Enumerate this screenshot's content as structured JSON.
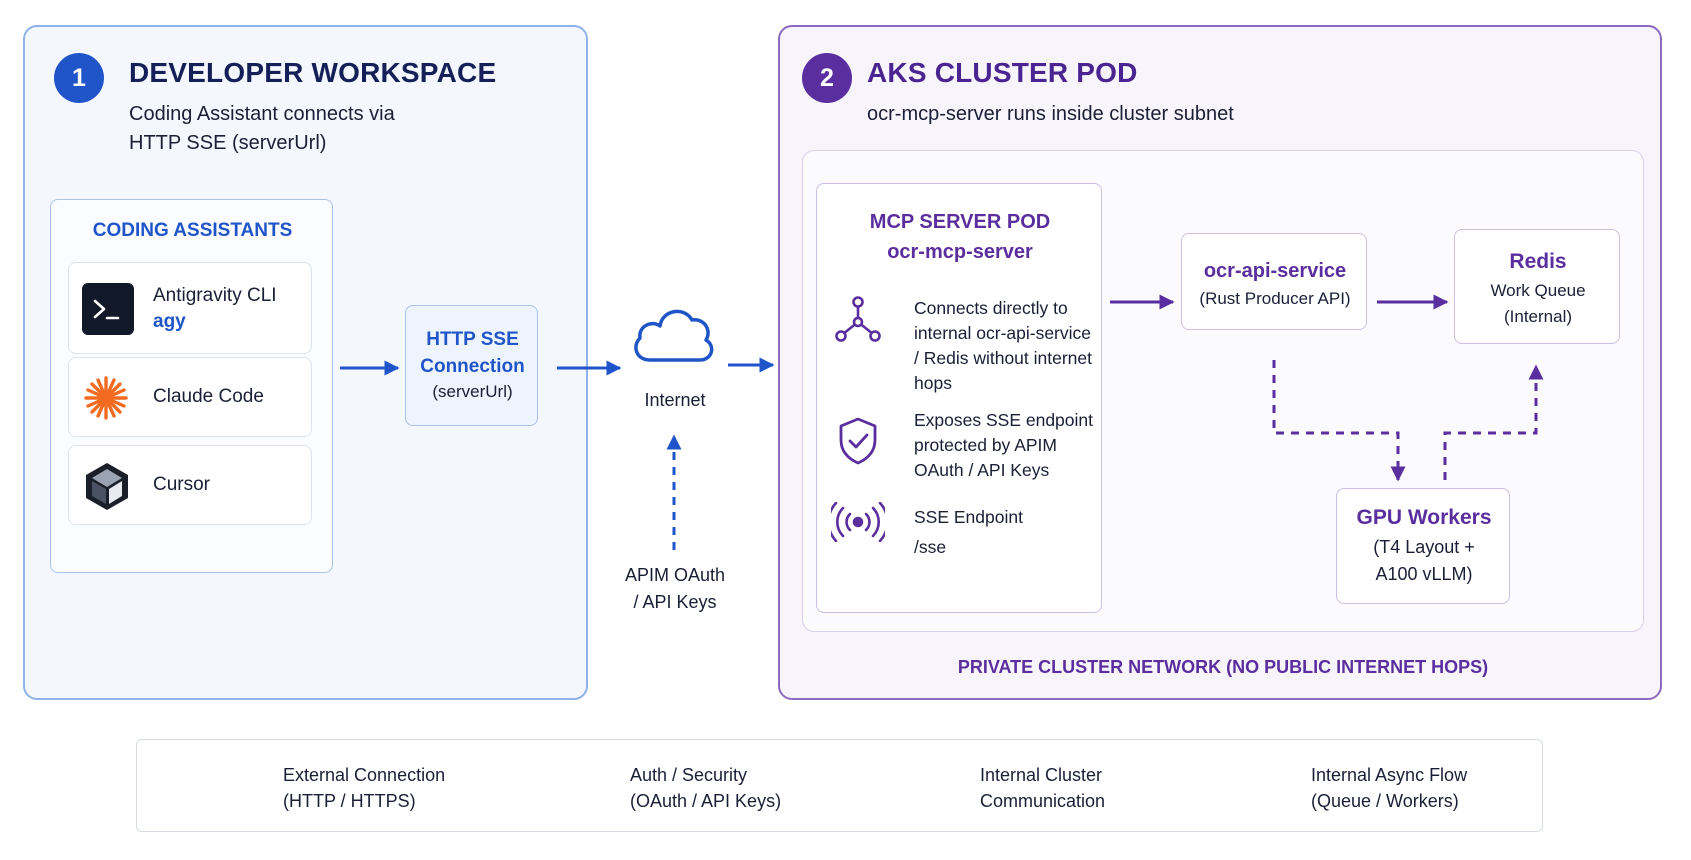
{
  "workspace": {
    "number": "1",
    "title": "DEVELOPER WORKSPACE",
    "subtitle_line1": "Coding Assistant connects via",
    "subtitle_line2": "HTTP SSE (serverUrl)",
    "assistants": {
      "heading": "CODING ASSISTANTS",
      "items": [
        {
          "name": "Antigravity CLI",
          "detail": "agy",
          "icon": "terminal-icon"
        },
        {
          "name": "Claude Code",
          "icon": "claude-sunburst-icon"
        },
        {
          "name": "Cursor",
          "icon": "cursor-cube-icon"
        }
      ]
    }
  },
  "sse_connection": {
    "line1": "HTTP SSE",
    "line2": "Connection",
    "line3": "(serverUrl)"
  },
  "internet": {
    "label": "Internet",
    "icon": "cloud-icon",
    "auth_line1": "APIM OAuth",
    "auth_line2": "/ API Keys"
  },
  "cluster": {
    "number": "2",
    "title": "AKS CLUSTER POD",
    "subtitle": "ocr-mcp-server runs inside cluster subnet",
    "network_label": "PRIVATE CLUSTER NETWORK (NO PUBLIC INTERNET HOPS)",
    "mcp_pod": {
      "title": "MCP SERVER POD",
      "subtitle": "ocr-mcp-server",
      "features": [
        {
          "icon": "network-nodes-icon",
          "lines": [
            "Connects directly to",
            "internal ocr-api-service",
            "/ Redis without internet",
            "hops"
          ]
        },
        {
          "icon": "shield-check-icon",
          "lines": [
            "Exposes SSE endpoint",
            "protected by APIM",
            "OAuth / API Keys"
          ]
        },
        {
          "icon": "broadcast-icon",
          "lines": [
            "SSE Endpoint",
            "/sse"
          ]
        }
      ]
    },
    "api_service": {
      "title": "ocr-api-service",
      "detail": "(Rust Producer API)"
    },
    "redis": {
      "title": "Redis",
      "line1": "Work Queue",
      "line2": "(Internal)"
    },
    "gpu": {
      "title": "GPU Workers",
      "line1": "(T4 Layout +",
      "line2": "A100 vLLM)"
    }
  },
  "legend": [
    {
      "line1": "External Connection",
      "line2": "(HTTP / HTTPS)",
      "style": "solid-blue"
    },
    {
      "line1": "Auth / Security",
      "line2": "(OAuth / API Keys)",
      "style": "dashed-blue"
    },
    {
      "line1": "Internal Cluster",
      "line2": "Communication",
      "style": "solid-purple"
    },
    {
      "line1": "Internal Async Flow",
      "line2": "(Queue / Workers)",
      "style": "dashed-purple"
    }
  ],
  "colors": {
    "blue": "#1f55c8",
    "purple": "#5a2e9e",
    "orange": "#f26b21"
  }
}
